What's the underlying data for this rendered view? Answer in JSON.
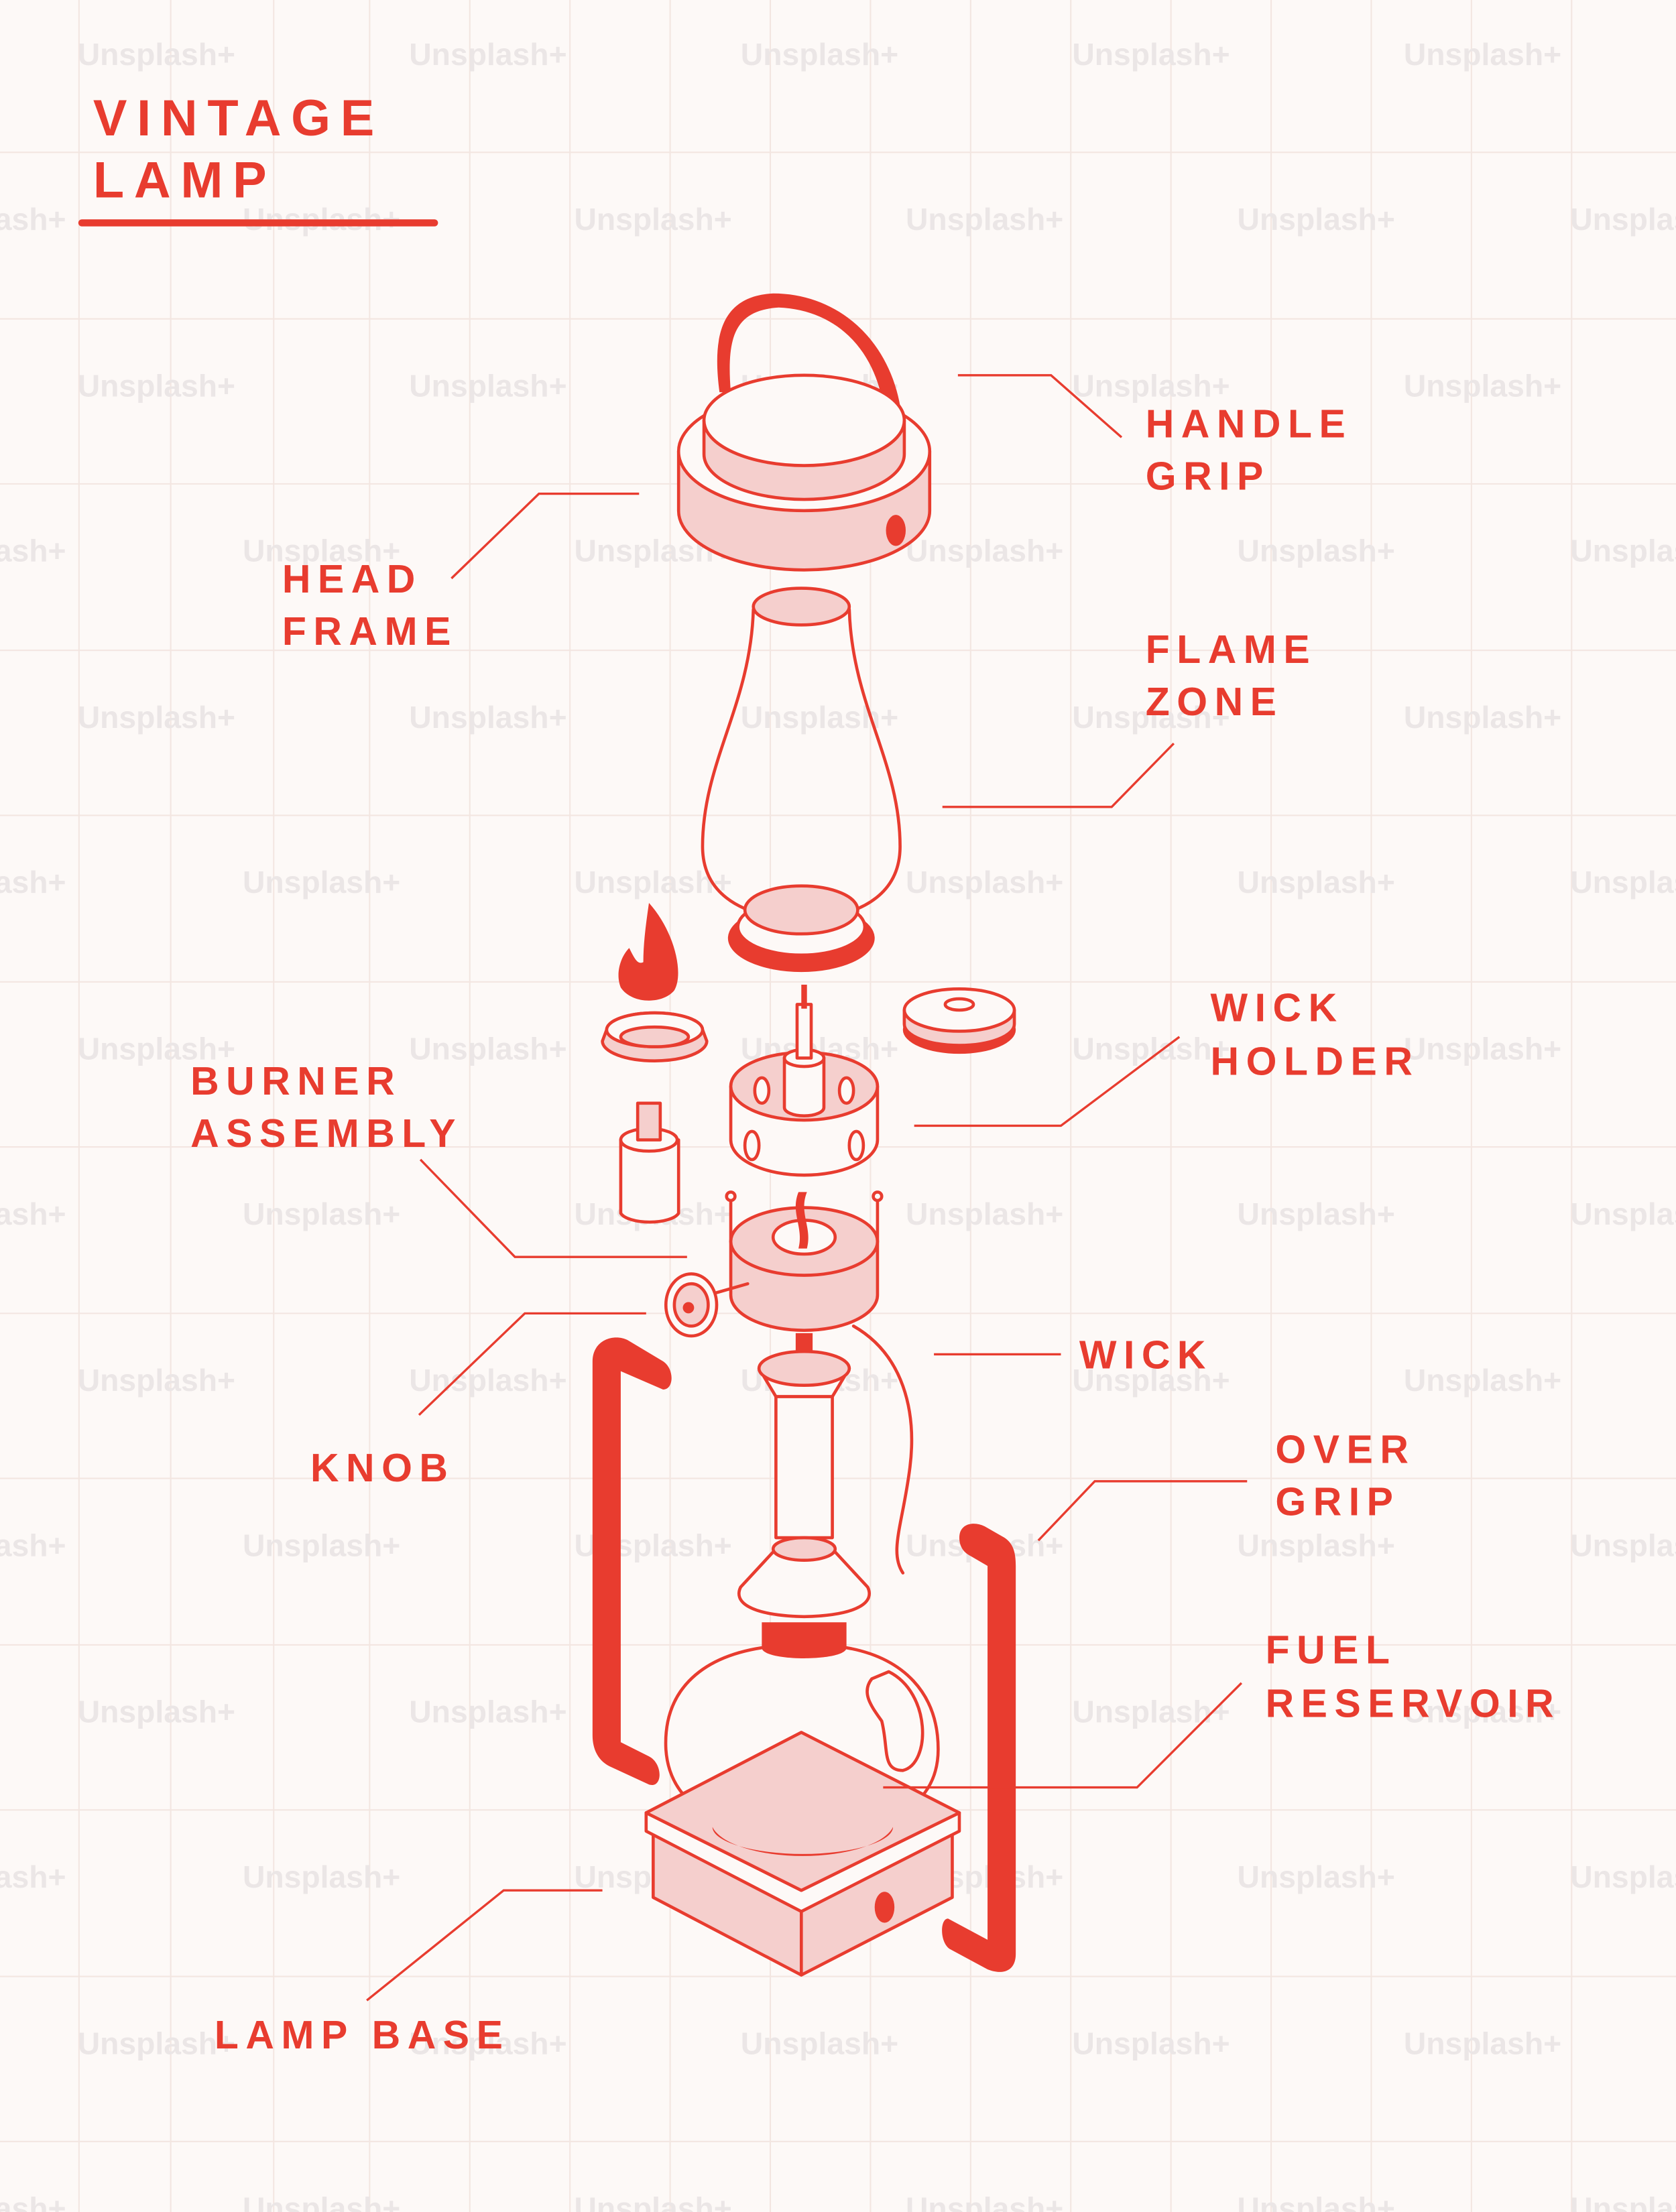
{
  "title": {
    "line1": "VINTAGE",
    "line2": "LAMP"
  },
  "watermark": "Unsplash+",
  "colors": {
    "accent": "#e83c2f",
    "fill": "#f5cfcd",
    "background": "#fdf9f7",
    "grid": "#f3e6e1"
  },
  "labels": {
    "handle_grip": {
      "line1": "HANDLE",
      "line2": "GRIP"
    },
    "head_frame": {
      "line1": "HEAD",
      "line2": "FRAME"
    },
    "flame_zone": {
      "line1": "FLAME",
      "line2": "ZONE"
    },
    "wick_holder": {
      "line1": "WICK",
      "line2": "HOLDER"
    },
    "burner_assembly": {
      "line1": "BURNER",
      "line2": "ASSEMBLY"
    },
    "wick": {
      "line1": "WICK"
    },
    "knob": {
      "line1": "KNOB"
    },
    "over_grip": {
      "line1": "OVER",
      "line2": "GRIP"
    },
    "fuel_reservoir": {
      "line1": "FUEL",
      "line2": "RESERVOIR"
    },
    "lamp_base": {
      "line1": "LAMP BASE"
    }
  }
}
